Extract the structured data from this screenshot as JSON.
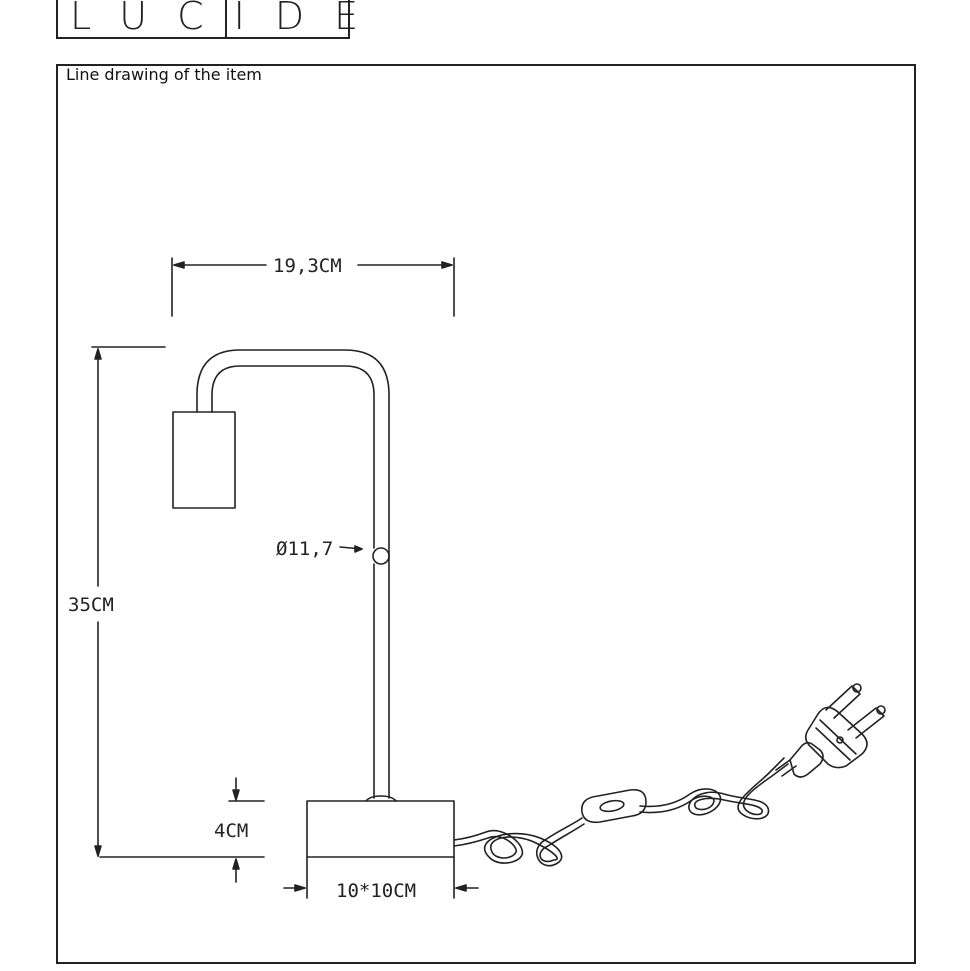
{
  "brand": {
    "logo_text": "LUCIDE"
  },
  "caption": "Line drawing of the item",
  "dimensions": {
    "width": "19,3CM",
    "height": "35CM",
    "tube_diameter": "Ø11,7",
    "base_height": "4CM",
    "base_size": "10*10CM"
  }
}
